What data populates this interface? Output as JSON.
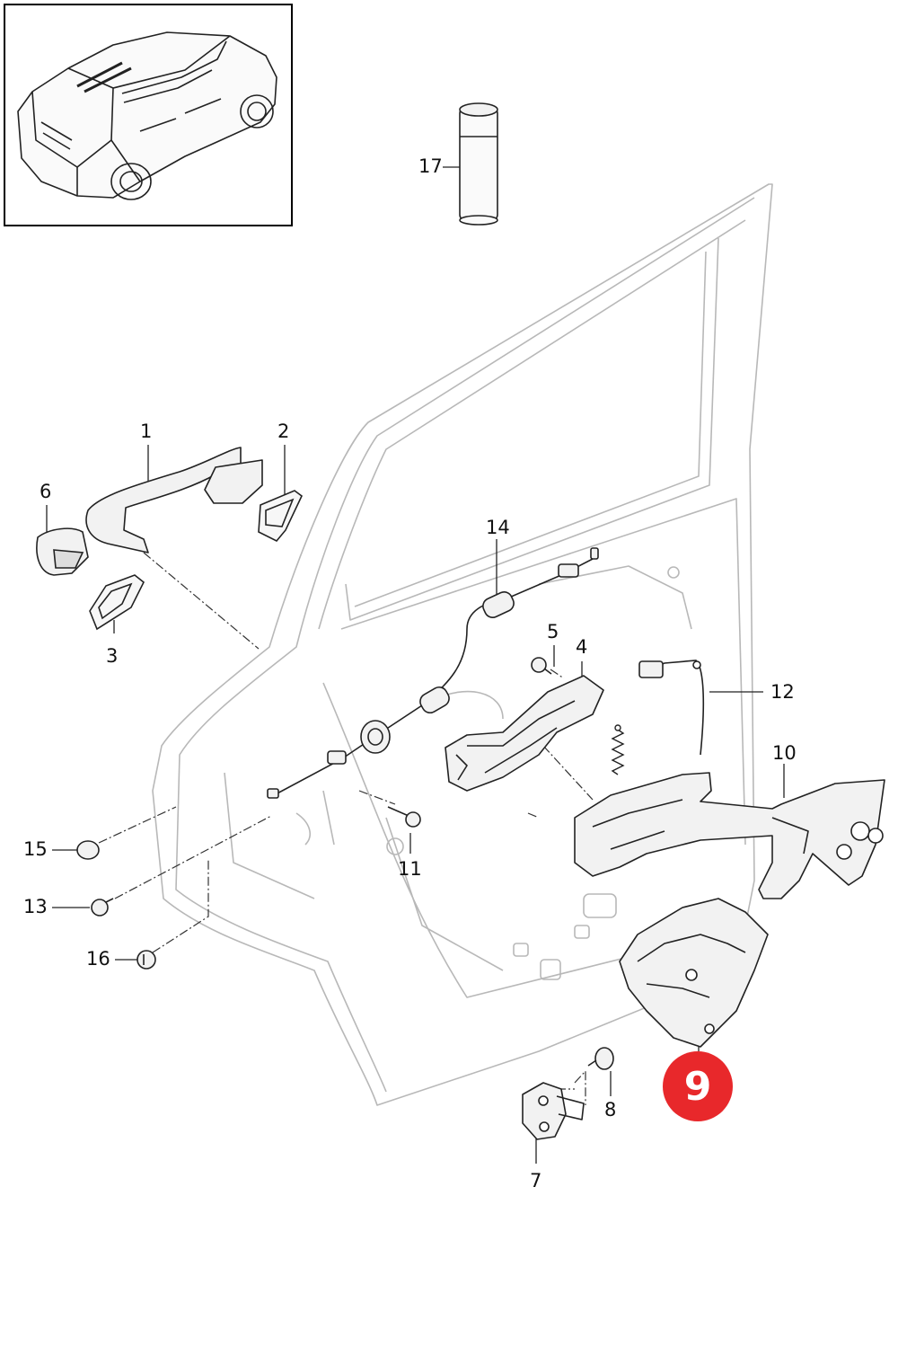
{
  "callouts": [
    {
      "id": "1",
      "label": "1"
    },
    {
      "id": "2",
      "label": "2"
    },
    {
      "id": "3",
      "label": "3"
    },
    {
      "id": "4",
      "label": "4"
    },
    {
      "id": "5",
      "label": "5"
    },
    {
      "id": "6",
      "label": "6"
    },
    {
      "id": "7",
      "label": "7"
    },
    {
      "id": "8",
      "label": "8"
    },
    {
      "id": "10",
      "label": "10"
    },
    {
      "id": "11",
      "label": "11"
    },
    {
      "id": "12",
      "label": "12"
    },
    {
      "id": "13",
      "label": "13"
    },
    {
      "id": "14",
      "label": "14"
    },
    {
      "id": "15",
      "label": "15"
    },
    {
      "id": "16",
      "label": "16"
    },
    {
      "id": "17",
      "label": "17"
    }
  ],
  "highlight": {
    "label": "9",
    "color": "#e8282b"
  },
  "colors": {
    "line": "#222222",
    "door_outline": "#b8b8b8",
    "part_fill": "#f2f2f2"
  }
}
